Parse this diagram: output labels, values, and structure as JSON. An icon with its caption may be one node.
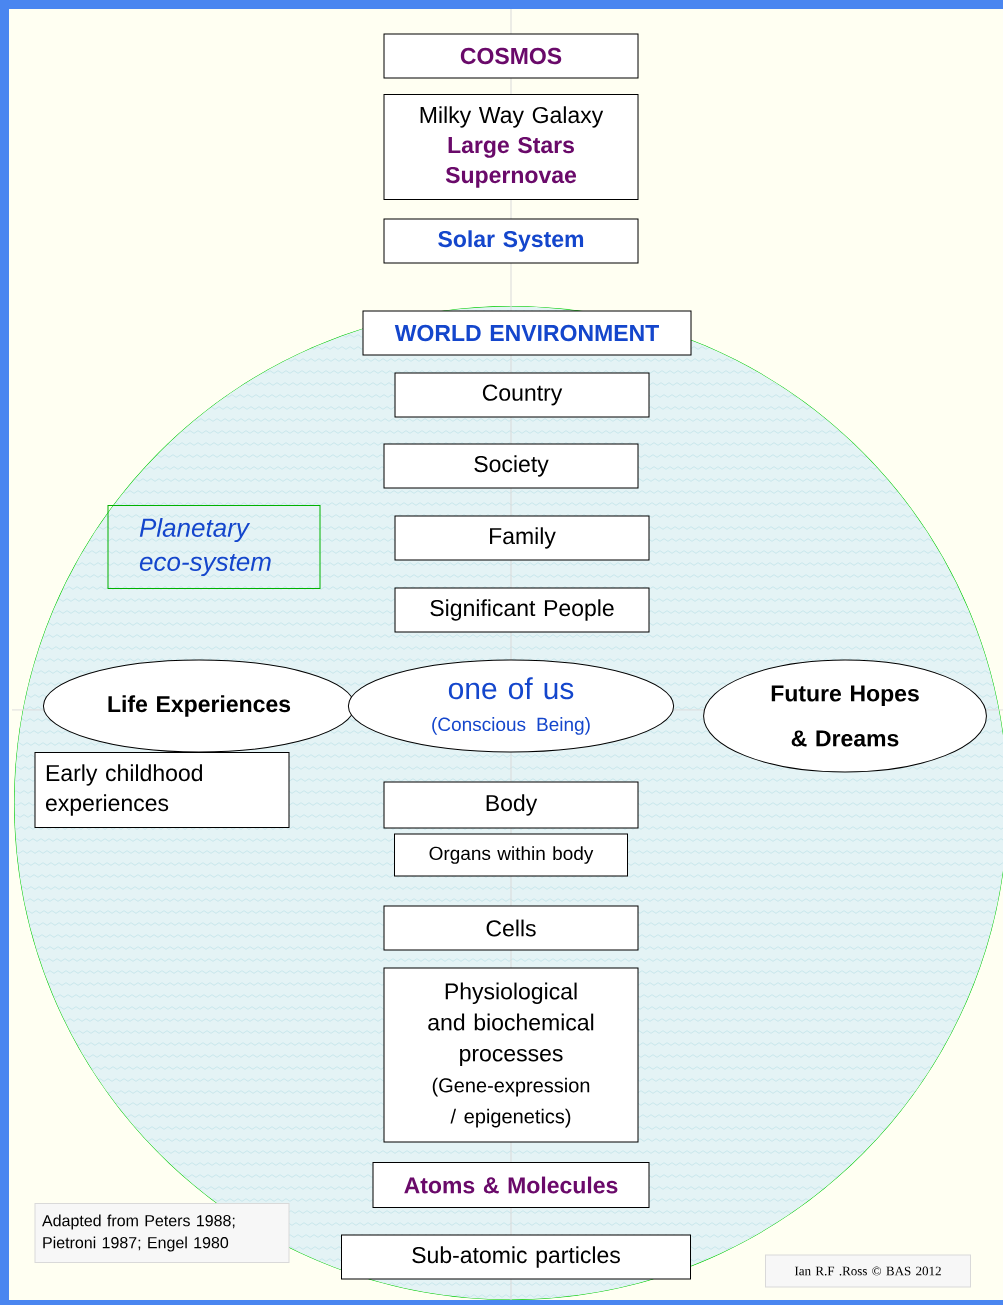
{
  "diagram": {
    "nodes": [
      {
        "text": [
          "COSMOS"
        ]
      },
      {
        "text": [
          "Milky Way Galaxy",
          "Large Stars",
          "Supernovae"
        ]
      },
      {
        "text": [
          "Solar System"
        ]
      },
      {
        "text": [
          "WORLD ENVIRONMENT"
        ]
      },
      {
        "text": [
          "Country"
        ]
      },
      {
        "text": [
          "Society"
        ]
      },
      {
        "text": [
          "Family"
        ]
      },
      {
        "text": [
          "Significant People"
        ]
      },
      {
        "text": [
          "Planetary eco-system"
        ]
      },
      {
        "text": [
          "Life Experiences"
        ]
      },
      {
        "text": [
          "one of us",
          "(Conscious Being)"
        ]
      },
      {
        "text": [
          "Future Hopes & Dreams"
        ]
      },
      {
        "text": [
          "Early childhood experiences"
        ]
      },
      {
        "text": [
          "Body"
        ]
      },
      {
        "text": [
          "Organs within body"
        ]
      },
      {
        "text": [
          "Cells"
        ]
      },
      {
        "text": [
          "Physiological and biochemical processes",
          "(Gene-expression / epigenetics)"
        ]
      },
      {
        "text": [
          "Atoms & Molecules"
        ]
      },
      {
        "text": [
          "Sub-atomic particles"
        ]
      },
      {
        "text": [
          "Adapted from Peters 1988; Pietroni 1987; Engel 1980"
        ]
      },
      {
        "text": [
          "Ian R.F .Ross © BAS 2012"
        ]
      }
    ]
  }
}
